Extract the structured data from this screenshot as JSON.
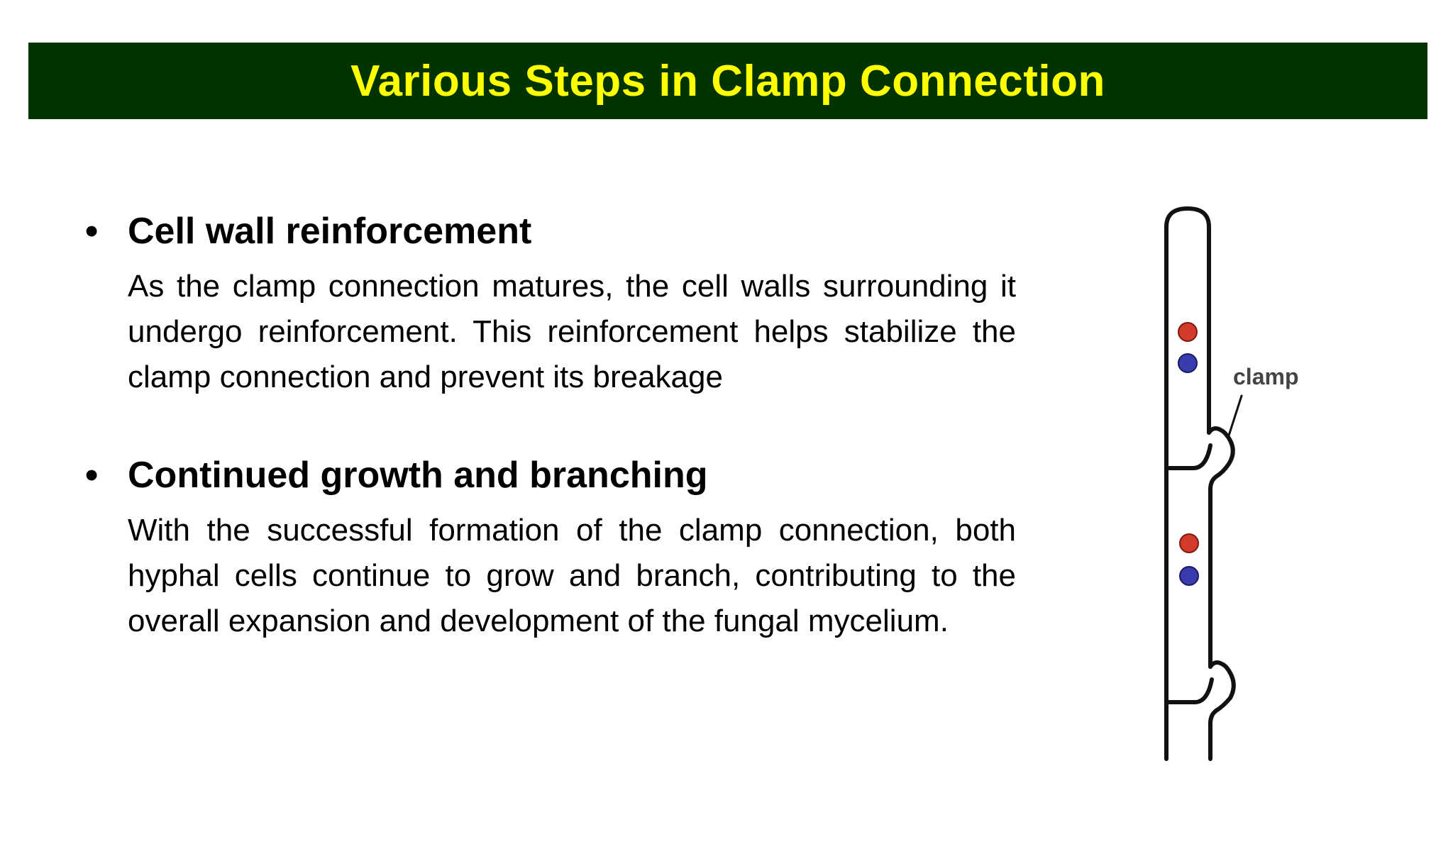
{
  "title": "Various Steps in Clamp Connection",
  "sections": [
    {
      "heading": "Cell wall reinforcement",
      "text": "As the clamp connection matures, the cell walls surrounding it undergo reinforcement. This reinforcement helps stabilize the clamp connection and prevent its breakage"
    },
    {
      "heading": "Continued growth and branching",
      "text": "With the successful formation of the clamp connection, both hyphal cells continue to grow and branch, contributing to the overall expansion and development of the fungal mycelium."
    }
  ],
  "diagram": {
    "label": "clamp",
    "colors": {
      "nucleus_red": "#d23a2c",
      "nucleus_blue": "#3b3bb0",
      "outline": "#111111"
    }
  },
  "colors": {
    "title_bar": "#003300",
    "title_text": "#ffff00"
  }
}
